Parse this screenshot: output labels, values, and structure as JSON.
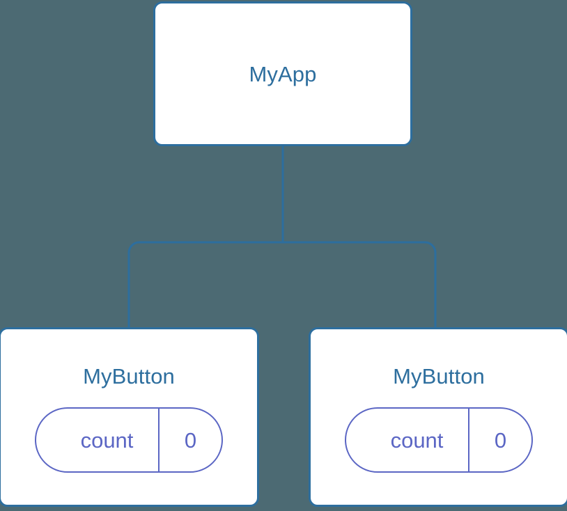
{
  "canvas": {
    "background_color": "#4c6a73",
    "node_border_color": "#2d6e9e",
    "node_fill_color": "#ffffff",
    "node_title_color": "#2d6e9e",
    "edge_color": "#2d6e9e",
    "state_pill_color": "#5b66c4"
  },
  "tree": {
    "root": {
      "title": "MyApp"
    },
    "children": [
      {
        "title": "MyButton",
        "state": {
          "key": "count",
          "value": "0"
        }
      },
      {
        "title": "MyButton",
        "state": {
          "key": "count",
          "value": "0"
        }
      }
    ]
  }
}
